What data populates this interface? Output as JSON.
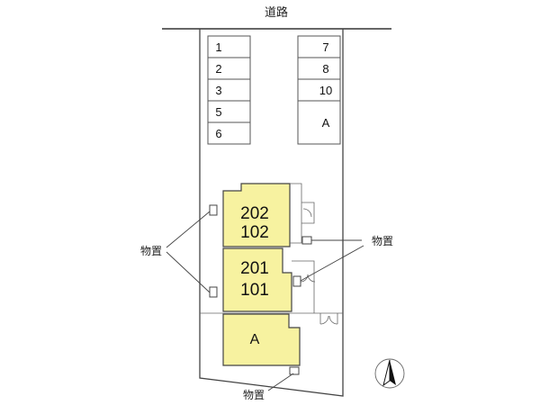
{
  "road_label": "道路",
  "parking_left": [
    "1",
    "2",
    "3",
    "5",
    "6"
  ],
  "parking_right": [
    "7",
    "8",
    "10",
    "A"
  ],
  "units": {
    "upper_top": "202",
    "upper_bottom": "102",
    "middle_top": "201",
    "middle_bottom": "101",
    "lower": "A"
  },
  "storage_label": "物置",
  "colors": {
    "unit_fill": "#f7f2a0",
    "line": "#444444"
  },
  "icons": [
    "north-arrow-icon"
  ]
}
